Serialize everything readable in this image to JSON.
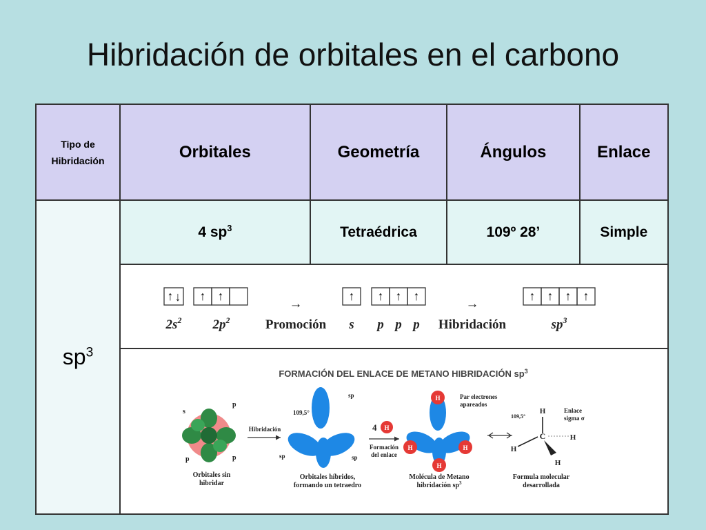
{
  "title": "Hibridación de orbitales en el  carbono",
  "headers": {
    "tipo_line1": "Tipo de",
    "tipo_line2": "Hibridación",
    "orbitales": "Orbitales",
    "geometria": "Geometría",
    "angulos": "Ángulos",
    "enlace": "Enlace"
  },
  "row": {
    "tipo": "sp",
    "tipo_sup": "3",
    "orbitales": "4 sp",
    "orbitales_sup": "3",
    "geometria": "Tetraédrica",
    "angulos": "109º 28’",
    "enlace": "Simple"
  },
  "diagram1": {
    "s2": "2s",
    "s2_sup": "2",
    "p2": "2p",
    "p2_sup": "2",
    "arrow": "→",
    "promocion": "Promoción",
    "s": "s",
    "p": "p",
    "hibridacion": "Hibridación",
    "sp3": "sp",
    "sp3_sup": "3"
  },
  "diagram2": {
    "heading": "FORMACIÓN DEL ENLACE DE METANO HIBRIDACIÓN sp",
    "heading_sup": "3",
    "lbl_s": "s",
    "lbl_pz": "p",
    "lbl_py": "p",
    "lbl_px": "p",
    "sin_hibridar_1": "Orbitales sin",
    "sin_hibridar_2": "hibridar",
    "hibridacion": "Hibridación",
    "angle": "109,5°",
    "sp3": "sp",
    "hibridos_1": "Orbitales híbridos,",
    "hibridos_2": "formando un tetraedro",
    "four": "4",
    "h_plus": "H",
    "formacion_1": "Formación",
    "formacion_2": "del enlace",
    "par_1": "Par electrones",
    "par_2": "apareados",
    "molecula_1": "Molécula de Metano",
    "molecula_2": "hibridación sp",
    "enlace_1": "Enlace",
    "enlace_2": "sigma σ",
    "H": "H",
    "C": "C",
    "formula_1": "Formula molecular",
    "formula_2": "desarrollada"
  }
}
